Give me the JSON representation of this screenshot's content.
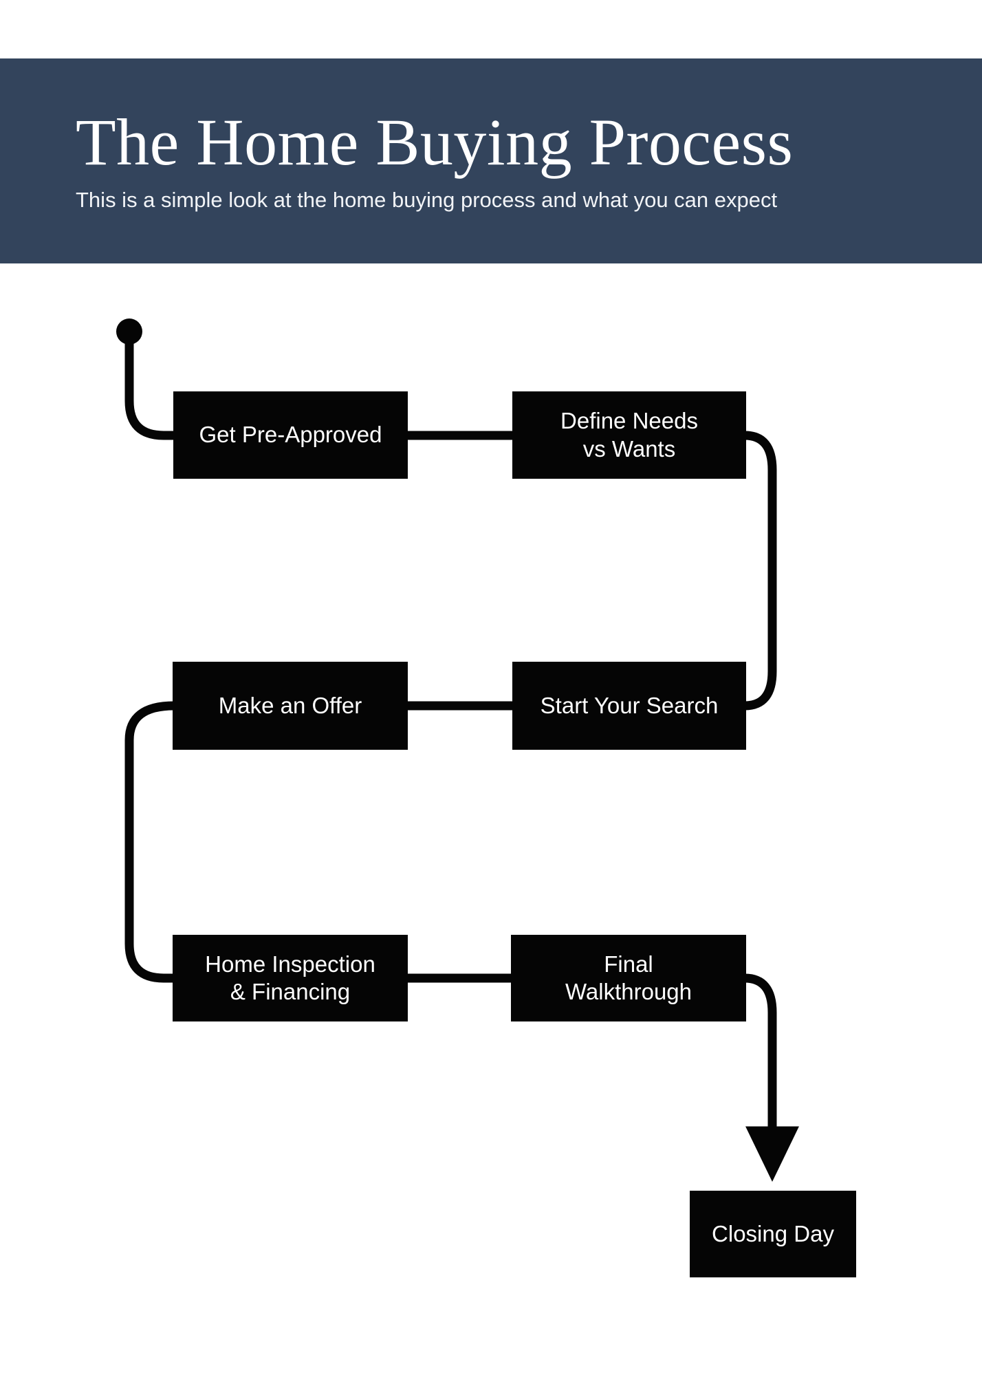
{
  "header": {
    "title": "The Home Buying Process",
    "subtitle": "This is a simple look at the home buying process and what you can expect",
    "background_color": "#33445c",
    "text_color": "#ffffff"
  },
  "diagram": {
    "type": "flowchart",
    "orientation": "serpentine-left-to-right",
    "node_fill_color": "#050505",
    "node_text_color": "#ffffff",
    "connector_color": "#050505",
    "start_marker": "filled-circle",
    "end_marker": "arrowhead",
    "nodes": [
      {
        "id": "get-pre-approved",
        "label": "Get Pre-Approved",
        "step": 1,
        "row": 1,
        "column": 1
      },
      {
        "id": "define-needs",
        "label": "Define Needs\nvs Wants",
        "step": 2,
        "row": 1,
        "column": 2
      },
      {
        "id": "start-your-search",
        "label": "Start Your Search",
        "step": 3,
        "row": 2,
        "column": 2
      },
      {
        "id": "make-an-offer",
        "label": "Make an Offer",
        "step": 4,
        "row": 2,
        "column": 1
      },
      {
        "id": "home-inspection",
        "label": "Home Inspection\n& Financing",
        "step": 5,
        "row": 3,
        "column": 1
      },
      {
        "id": "final-walkthrough",
        "label": "Final\nWalkthrough",
        "step": 6,
        "row": 3,
        "column": 2
      },
      {
        "id": "closing-day",
        "label": "Closing Day",
        "step": 7,
        "row": 4,
        "column": 3
      }
    ],
    "render_order": [
      "Get Pre-Approved",
      "Define Needs\nvs Wants",
      "Make an Offer",
      "Start Your Search",
      "Home Inspection\n& Financing",
      "Final\nWalkthrough",
      "Closing Day"
    ],
    "edges": [
      {
        "from": "start",
        "to": "get-pre-approved",
        "style": "curved"
      },
      {
        "from": "get-pre-approved",
        "to": "define-needs",
        "style": "straight"
      },
      {
        "from": "define-needs",
        "to": "start-your-search",
        "style": "curved"
      },
      {
        "from": "start-your-search",
        "to": "make-an-offer",
        "style": "straight"
      },
      {
        "from": "make-an-offer",
        "to": "home-inspection",
        "style": "curved"
      },
      {
        "from": "home-inspection",
        "to": "final-walkthrough",
        "style": "straight"
      },
      {
        "from": "final-walkthrough",
        "to": "closing-day",
        "style": "curved-arrow"
      }
    ]
  }
}
